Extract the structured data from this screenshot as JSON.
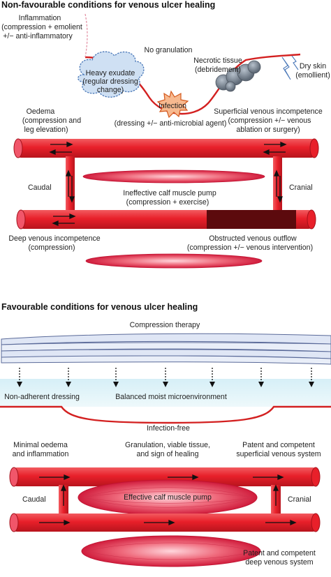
{
  "colors": {
    "vein": "#e8202a",
    "vein_dark": "#a3111a",
    "obstruction": "#5c0a0d",
    "muscle": "#e2304a",
    "bandage_fill": "#dfe6f5",
    "bandage_stroke": "#5a6a99",
    "moist_band": "#def3f8",
    "exudate_fill": "#cfe0f3",
    "exudate_stroke": "#4a78b8",
    "infection_fill": "#f7b98f",
    "infection_stroke": "#d45a1e",
    "necrotic": "#7e8996",
    "skin_line": "#d32020"
  },
  "top": {
    "title": "Non-favourable conditions for venous ulcer healing",
    "inflammation": [
      "Inflammation",
      "(compression + emolient",
      "+/− anti-inflammatory"
    ],
    "no_granulation": "No granulation",
    "necrotic": [
      "Necrotic tissue",
      "(debridement)"
    ],
    "dry_skin": [
      "Dry skin",
      "(emollient)"
    ],
    "exudate": [
      "Heavy exudate",
      "(regular dressing",
      "change)"
    ],
    "infection": "Infection",
    "infection_treatment": "(dressing +/− anti-microbial agent)",
    "oedema": [
      "Oedema",
      "(compression and",
      "leg elevation)"
    ],
    "superficial": [
      "Superficial venous incompetence",
      "(compression +/− venous",
      "ablation or surgery)"
    ],
    "caudal": "Caudal",
    "cranial": "Cranial",
    "calf_pump": [
      "Ineffective calf muscle pump",
      "(compression + exercise)"
    ],
    "deep": [
      "Deep venous incompetence",
      "(compression)"
    ],
    "obstructed": [
      "Obstructed venous outflow",
      "(compression +/− venous intervention)"
    ]
  },
  "bottom": {
    "title": "Favourable conditions for venous ulcer healing",
    "compression": "Compression therapy",
    "non_adherent": "Non-adherent dressing",
    "moist": "Balanced moist microenvironment",
    "infection_free": "Infection-free",
    "minimal_oedema": [
      "Minimal oedema",
      "and inflammation"
    ],
    "granulation": [
      "Granulation, viable tissue,",
      "and sign of healing"
    ],
    "patent_superficial": [
      "Patent and competent",
      "superficial venous system"
    ],
    "caudal": "Caudal",
    "cranial": "Cranial",
    "pump": "Effective calf muscle pump",
    "patent_deep": [
      "Patent and competent",
      "deep venous system"
    ]
  }
}
